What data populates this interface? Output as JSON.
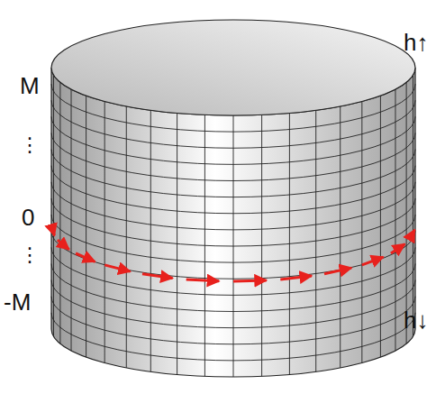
{
  "diagram": {
    "labels": [
      "M",
      "⋮",
      "0",
      "⋮",
      "-M",
      "h↑",
      "h↓"
    ]
  }
}
